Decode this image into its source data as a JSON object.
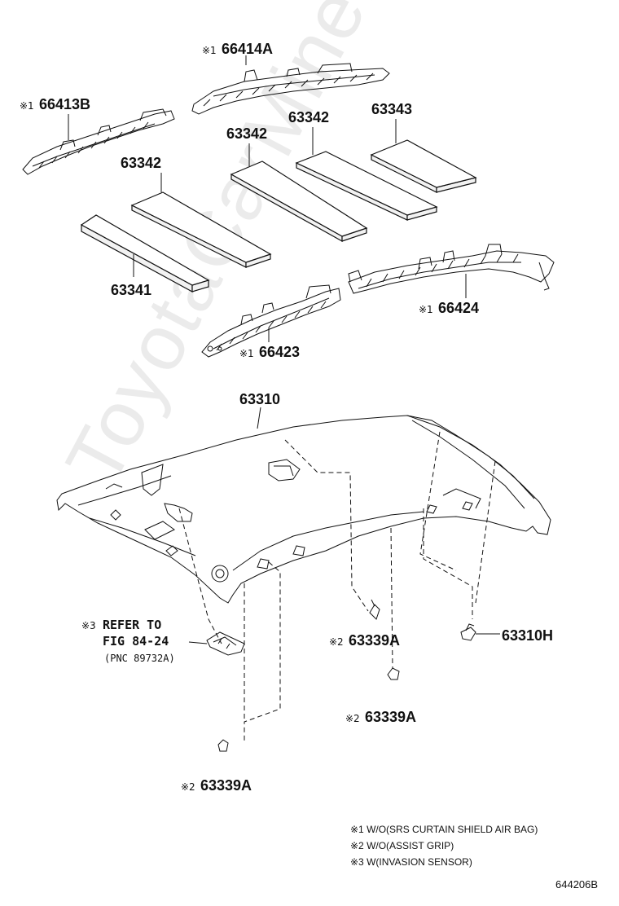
{
  "watermark": "ToyotaCarMine.ru",
  "parts": [
    {
      "id": "66414a",
      "mark": "※1",
      "number": "66414A"
    },
    {
      "id": "66413b",
      "mark": "※1",
      "number": "66413B"
    },
    {
      "id": "63342-a",
      "mark": "",
      "number": "63342"
    },
    {
      "id": "63342-b",
      "mark": "",
      "number": "63342"
    },
    {
      "id": "63343",
      "mark": "",
      "number": "63343"
    },
    {
      "id": "63342-c",
      "mark": "",
      "number": "63342"
    },
    {
      "id": "63341",
      "mark": "",
      "number": "63341"
    },
    {
      "id": "66424",
      "mark": "※1",
      "number": "66424"
    },
    {
      "id": "66423",
      "mark": "※1",
      "number": "66423"
    },
    {
      "id": "63310",
      "mark": "",
      "number": "63310"
    },
    {
      "id": "63339a-a",
      "mark": "※2",
      "number": "63339A"
    },
    {
      "id": "63310h",
      "mark": "",
      "number": "63310H"
    },
    {
      "id": "63339a-b",
      "mark": "※2",
      "number": "63339A"
    },
    {
      "id": "63339a-c",
      "mark": "※2",
      "number": "63339A"
    }
  ],
  "refer": {
    "mark": "※3",
    "line1": "REFER TO",
    "line2": "FIG 84-24",
    "line3": "(PNC 89732A)"
  },
  "notes": [
    "※1 W/O(SRS CURTAIN SHIELD AIR BAG)",
    "※2 W/O(ASSIST GRIP)",
    "※3 W(INVASION SENSOR)"
  ],
  "figure_code": "644206B"
}
